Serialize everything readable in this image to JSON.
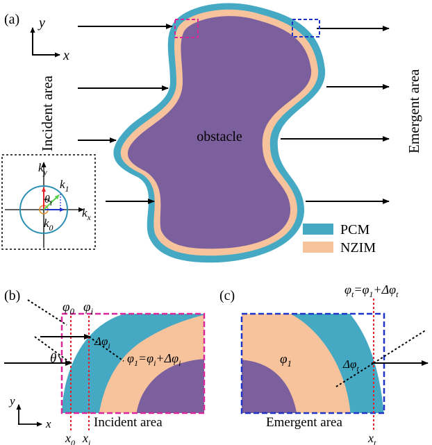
{
  "colors": {
    "pcm": "#45a9c3",
    "nzim": "#f7c39d",
    "obstacle": "#7c609e",
    "magenta": "#d9269a",
    "blue": "#1f33c8",
    "red": "#e8202a",
    "green": "#56d14a",
    "orange": "#e08a2a",
    "ring": "#2b8fb3"
  },
  "panel_a": {
    "label": "(a)",
    "axis_y": "y",
    "axis_x": "x",
    "incident": "Incident area",
    "emergent": "Emergent area",
    "obstacle": "obstacle",
    "legend": {
      "pcm": "PCM",
      "nzim": "NZIM"
    },
    "inset": {
      "ky": "k",
      "ky_sub": "y",
      "kx": "k",
      "kx_sub": "x",
      "k1": "k",
      "k1_sub": "1",
      "k0": "k",
      "k0_sub": "0",
      "theta": "θ",
      "theta_sub": "i"
    }
  },
  "panel_b": {
    "label": "(b)",
    "phi0": "φ",
    "phi0_sub": "0",
    "phii": "φ",
    "phii_sub": "i",
    "dphi": "Δφ",
    "dphi_sub": "i",
    "theta": "θ",
    "eq_a": "φ",
    "eq_a_sub": "1",
    "eq_b": "=φ",
    "eq_b_sub": "i",
    "eq_c": "+Δφ",
    "eq_c_sub": "i",
    "x0": "x",
    "x0_sub": "0",
    "xi": "x",
    "xi_sub": "i",
    "axis_y": "y",
    "axis_x": "x",
    "area": "Incident area"
  },
  "panel_c": {
    "label": "(c)",
    "top_a": "φ",
    "top_a_sub": "t",
    "top_b": "=φ",
    "top_b_sub": "1",
    "top_c": "+Δφ",
    "top_c_sub": "t",
    "phi1": "φ",
    "phi1_sub": "1",
    "dphi": "Δφ",
    "dphi_sub": "t",
    "xt": "x",
    "xt_sub": "t",
    "area": "Emergent area"
  }
}
